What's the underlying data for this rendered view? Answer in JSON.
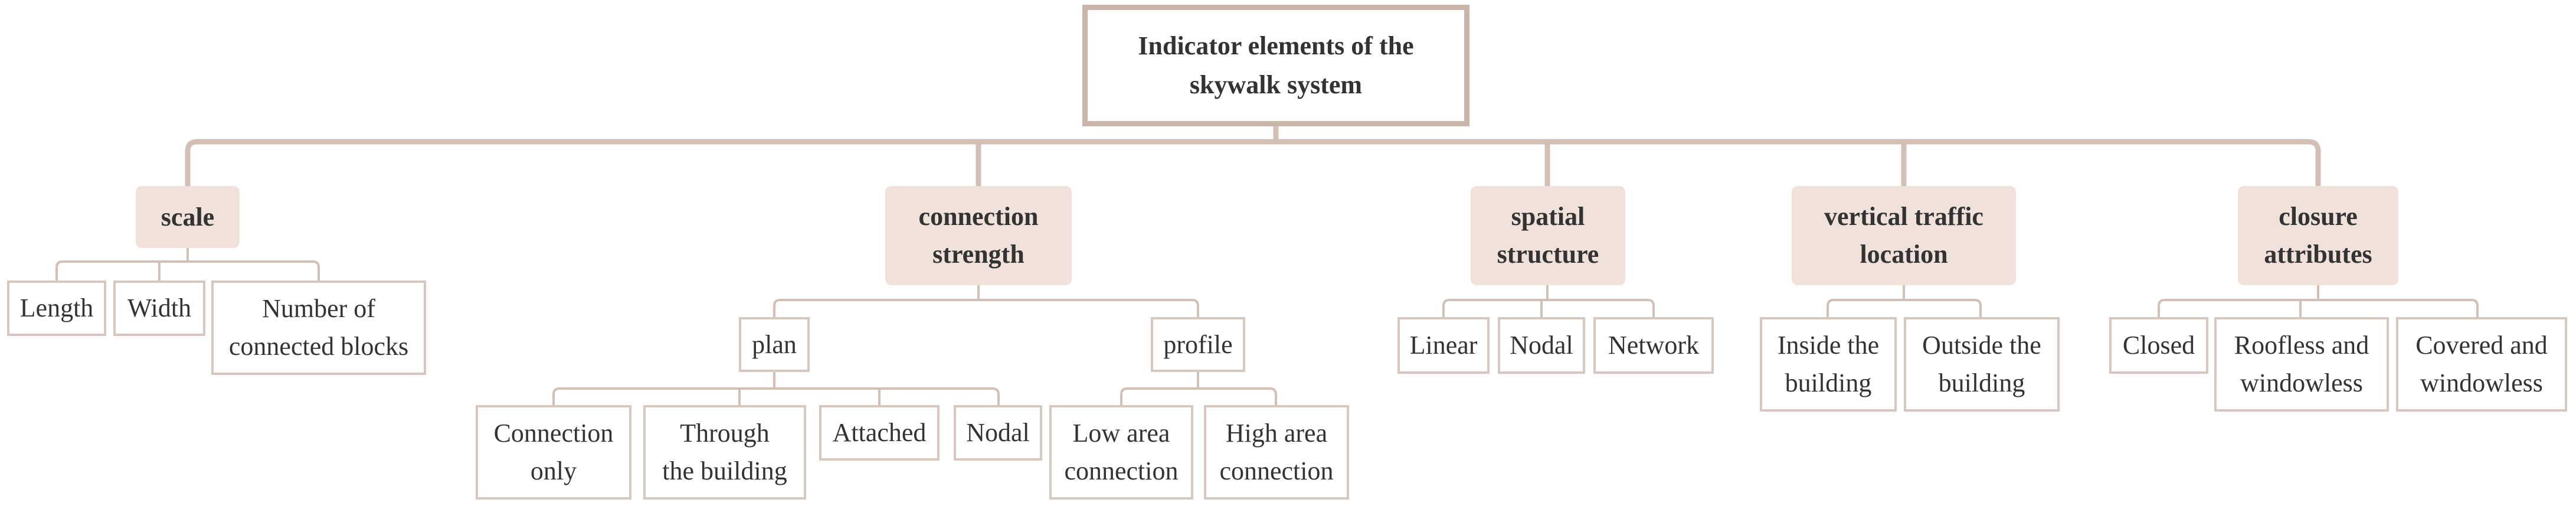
{
  "root": {
    "label": "Indicator elements of the\nskywalk system"
  },
  "categories": {
    "scale": {
      "label": "scale",
      "items": [
        "Length",
        "Width",
        "Number of\nconnected blocks"
      ]
    },
    "connection_strength": {
      "label": "connection\nstrength",
      "plan": {
        "label": "plan",
        "items": [
          "Connection\nonly",
          "Through\nthe building",
          "Attached",
          "Nodal"
        ]
      },
      "profile": {
        "label": "profile",
        "items": [
          "Low area\nconnection",
          "High area\nconnection"
        ]
      }
    },
    "spatial_structure": {
      "label": "spatial\nstructure",
      "items": [
        "Linear",
        "Nodal",
        "Network"
      ]
    },
    "vertical_traffic_location": {
      "label": "vertical traffic\nlocation",
      "items": [
        "Inside the\nbuilding",
        "Outside the\nbuilding"
      ]
    },
    "closure_attributes": {
      "label": "closure\nattributes",
      "items": [
        "Closed",
        "Roofless and\nwindowless",
        "Covered and\nwindowless"
      ]
    }
  },
  "colors": {
    "connector": "#d2c0b6",
    "category_fill": "#f0e2da",
    "root_border": "#c9b5aa",
    "leaf_border": "#d8c7bf"
  }
}
